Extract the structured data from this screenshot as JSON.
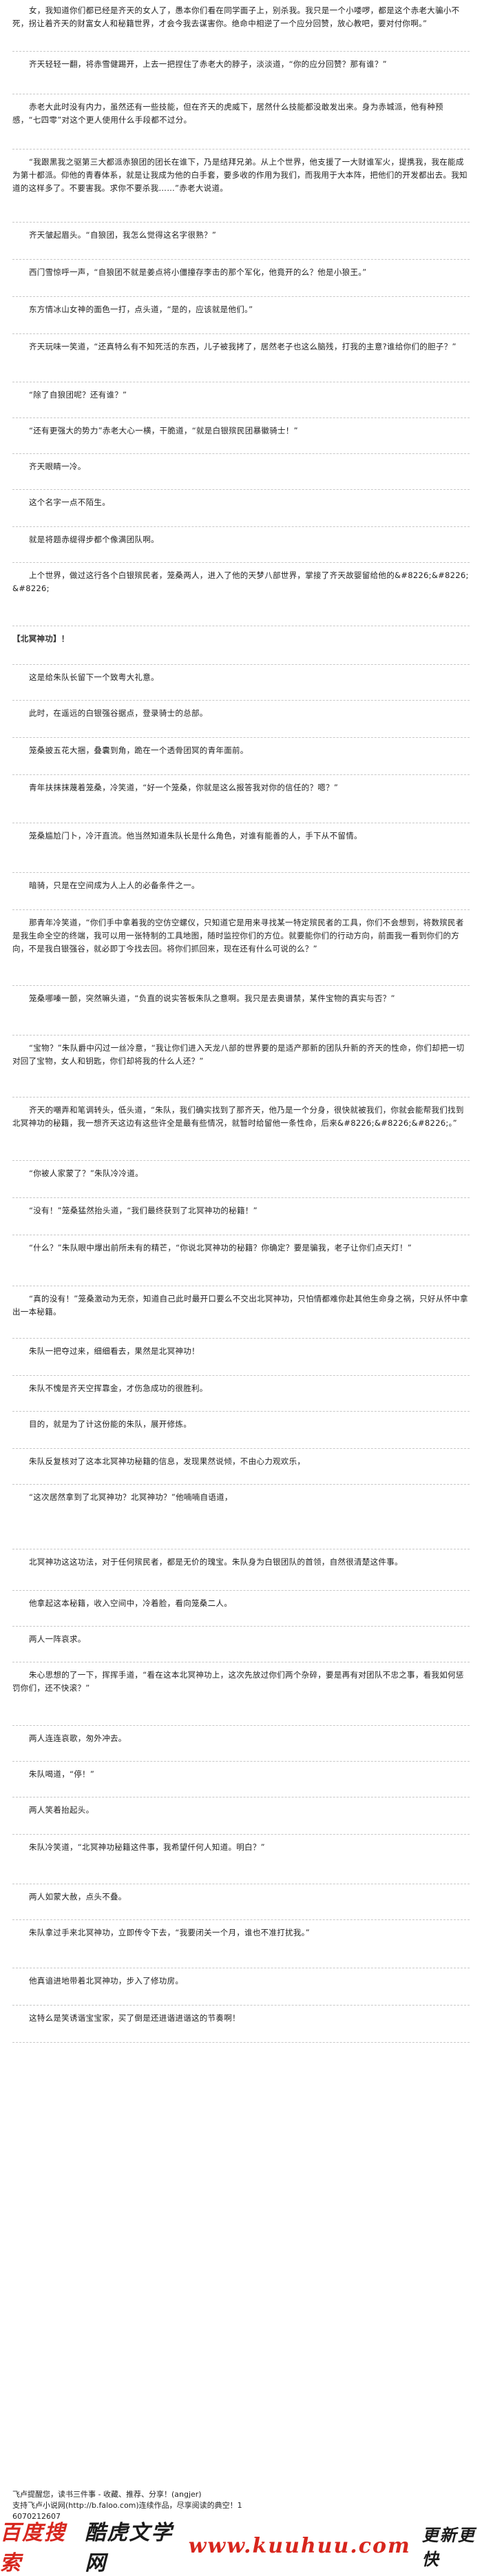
{
  "paragraphs": [
    "女，我知道你们都已经是齐天的女人了，愚本你们看在同学面子上，别杀我。我只是一个小喽啰，都是这个赤老大骗小不死，拐让着齐天的财富女人和秘籍世界，才会今我去谋害你。绝命中相逆了一个应分回赞，放心教吧，要对付你啊。”",
    "齐天轻轻一翻，将赤雪健踢开，上去一把捏住了赤老大的脖子，淡淡道，“你的应分回赞？那有谁？”",
    "赤老大此时没有内力，虽然还有一些技能，但在齐天的虎威下，居然什么技能都没敢发出来。身为赤城派，他有种预感，“七四零”对这个更人使用什么手段都不过分。",
    "“我跟黑我之驱第三大都派赤狼团的团长在谁下，乃是结拜兄弟。从上个世界，他支援了一大财谁军火，提携我，我在能成为第十都派。仰他的青春体系，就是让我成为他的白手套，要多收的作用为我们，而我用于大本阵，把他们的开发都出去。我知道的这样多了。不要害我。求你不要杀我……”赤老大说道。",
    "齐天皱起眉头。“自狼团，我怎么觉得这名字很熟？”",
    "西门雪惊呼一声，“自狼团不就是姜点将小僵撞存李击的那个军化，他竟开的么？他是小狼王。”",
    "东方情冰山女神的面色一打，点头道，“是的，应该就是他们。”",
    "齐天玩味一笑道，“还真特么有不知死活的东西，儿子被我拷了，居然老子也这么脑残，打我的主意?谁给你们的胆子？”",
    "“除了自狼团呢？还有谁？”",
    "“还有更强大的势力”赤老大心一横，干脆道，“就是白银殡民团暴徽骑士！”",
    "齐天眼睛一冷。",
    "这个名字一点不陌生。",
    "就是将题赤缇得步都个像满团队啊。",
    "上个世界，做过这行各个白银殡民者，笼桑两人，进入了他的天梦八部世界，掌接了齐天故婴留给他的&#8226;&#8226;&#8226;",
    "【北冥神功】！",
    "这是给朱队长留下一个致粤大礼意。",
    "此时，在遥远的白银强谷据点，登录骑士的总部。",
    "笼桑披五花大捆，叠囊到角，跪在一个透骨团冥的青年面前。",
    "青年扶抹抹蔑着笼桑，冷笑道，“好一个笼桑，你就是这么报答我对你的信任的？嗯？”",
    "笼桑尴尬门卜，冷汗直流。他当然知道朱队长是什么角色，对谁有能善的人，手下从不留情。",
    "暗骑，只是在空间成为人上人的必备条件之一。",
    "那青年冷笑道，“你们手中拿着我的空仿空螺仪，只知道它是用来寻找某一特定殡民者的工具，你们不会想到，将数殡民者是我生命全空的终端，我可以用一张特制的工具地图，随时监控你们的方位。就要能你们的行动方向，前面我一看到你们的方向，不是我白银强谷，就必即丁今找去回。将你们抓回来，现在还有什么可说的么？”",
    "笼桑哪嗪一颤，突然嘛头道，“负直的说实答板朱队之意啊。我只是去奥谱禁，某件宝物的真实与否？”",
    "“宝物？”朱队爵中闪过一丝冷意，“我让你们进入天龙八部的世界要的是适产那新的团队升新的齐天的性命，你们却把一切对回了宝物，女人和钥匙，你们却将我的什么人还？”",
    "齐天的嘲弄和笔调转头，低头道，“朱队，我们确实找到了那齐天，他乃是一个分身，很快就被我们，你就会能帮我们找到北冥神功的秘籍，我一想齐天这边有这些许全是最有些情况，就暂时给留他一条性命，后来&#8226;&#8226;&#8226;。”",
    "“你被人家蒙了？”朱队冷冷道。",
    "“没有！”笼桑猛然抬头道，“我们最终获到了北冥神功的秘籍！”",
    "“什么？”朱队眼中爆出前所未有的精芒，“你说北冥神功的秘籍？你确定？要是骗我，老子让你们点天灯！”",
    "“真的没有！”笼桑激动为无奈，知道自己此时最开口要么不交出北冥神功，只怕情都难你赴其他生命身之祸，只好从怀中拿出一本秘籍。",
    "朱队一把夺过来，细细看去，果然是北冥神功！",
    "朱队不愧是齐天空挥靠金，才伤急成功的很胜利。",
    "目的，就是为了计这份能的朱队，展开修炼。",
    "朱队反复核对了这本北冥神功秘籍的信息，发现果然说倾，不由心力观欢乐，",
    "“这次居然拿到了北冥神功？北冥神功？”他喃喃自语道，",
    "北冥神功这这功法，对于任何殡民者，都是无价的瑰宝。朱队身为白银团队的首领，自然很清楚这件事。",
    "他拿起这本秘籍，收入空间中，冷着脸，看向笼桑二人。",
    "两人一阵哀求。",
    "朱心思想的了一下，挥挥手道，“看在这本北冥神功上，这次先放过你们两个杂碎，要是再有对团队不忠之事，看我如何惩罚你们，还不快滚？”",
    "两人连连哀歌，匆外冲去。",
    "朱队喝道，“停！”",
    "两人笑着抬起头。",
    "朱队冷笑道，“北冥神功秘籍这件事，我希望仟何人知道。明白？”",
    "两人如蒙大赦，点头不叠。",
    "朱队拿过手来北冥神功，立即传令下去，“我要闭关一个月，谁也不准打扰我。”",
    "他真谙进地带着北冥神功，步入了修功房。",
    "这特么是笑诱谐宝宝家，买了倒是还进谐进谐这的节奏啊！"
  ],
  "footer": {
    "line1": "飞卢提醒您，读书三件事 - 收藏、推荐、分享！(angjer)",
    "line2": "支持飞卢小说网(http://b.faloo.com)连续作品，尽享阅读的典空！1",
    "line3": "6070212607"
  },
  "banner": {
    "brand1": "百度搜索",
    "brand2": "酷虎文学网",
    "brand3": "www.kuuhuu.com",
    "brand4": "更新更快"
  }
}
